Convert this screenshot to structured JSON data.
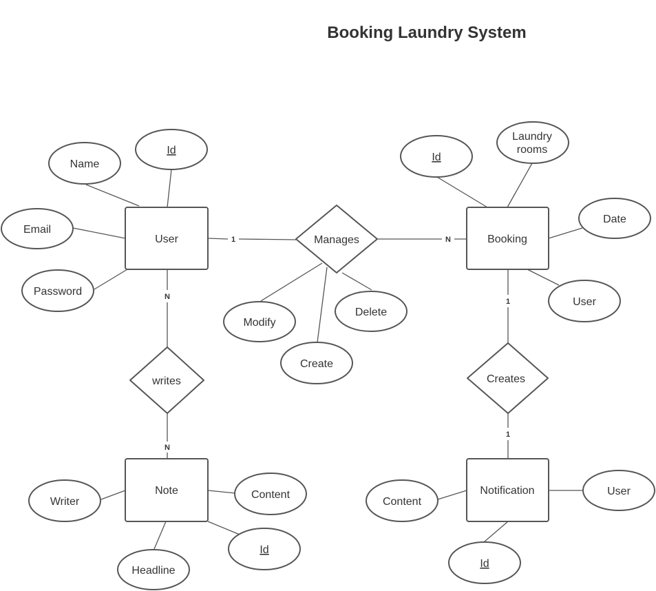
{
  "title": "Booking Laundry System",
  "entities": {
    "user": "User",
    "booking": "Booking",
    "note": "Note",
    "notification": "Notification"
  },
  "relationships": {
    "manages": "Manages",
    "writes": "writes",
    "creates": "Creates"
  },
  "attributes": {
    "user_id": "Id",
    "user_name": "Name",
    "user_email": "Email",
    "user_password": "Password",
    "booking_id": "Id",
    "booking_laundry_rooms_1": "Laundry",
    "booking_laundry_rooms_2": "rooms",
    "booking_date": "Date",
    "booking_user": "User",
    "manages_modify": "Modify",
    "manages_create": "Create",
    "manages_delete": "Delete",
    "note_writer": "Writer",
    "note_content": "Content",
    "note_id": "Id",
    "note_headline": "Headline",
    "notification_content": "Content",
    "notification_user": "User",
    "notification_id": "Id"
  },
  "cardinality": {
    "user_manages": "1",
    "manages_booking": "N",
    "user_writes": "N",
    "writes_note": "N",
    "booking_creates": "1",
    "creates_notification": "1"
  },
  "colors": {
    "stroke": "#555555",
    "text": "#333333",
    "background": "#ffffff"
  }
}
